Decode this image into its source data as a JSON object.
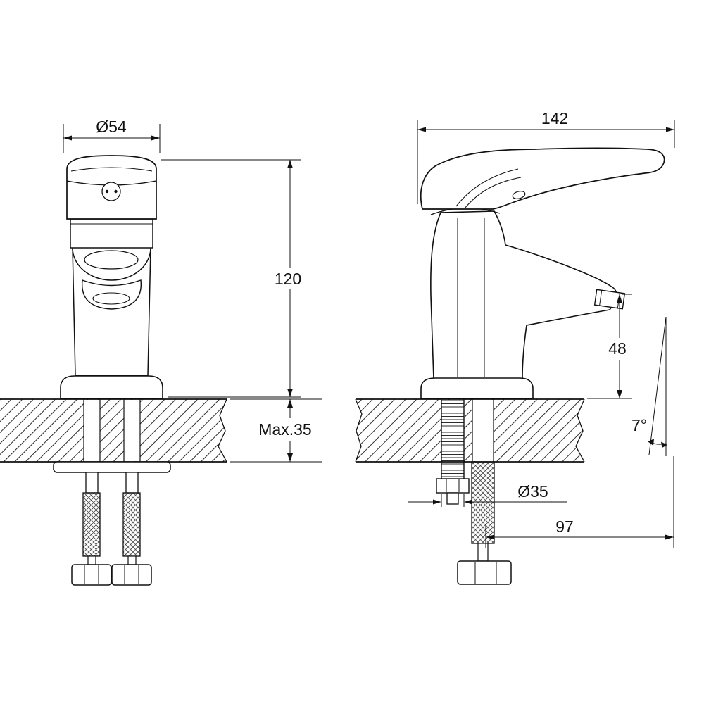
{
  "drawing": {
    "front_view": {
      "top_diameter": "Ø54",
      "height": "120",
      "max_thickness": "Max.35"
    },
    "side_view": {
      "overall_length": "142",
      "spout_height": "48",
      "spout_angle": "7°",
      "hole_diameter": "Ø35",
      "spout_reach": "97"
    }
  }
}
